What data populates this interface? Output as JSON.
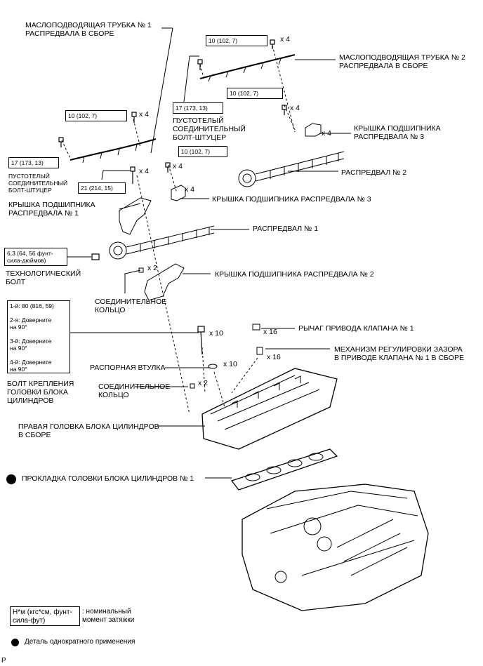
{
  "labels": {
    "oil_pipe_1": "МАСЛОПОДВОДЯЩАЯ ТРУБКА № 1\nРАСПРЕДВАЛА В СБОРЕ",
    "oil_pipe_2": "МАСЛОПОДВОДЯЩАЯ ТРУБКА № 2\nРАСПРЕДВАЛА В СБОРЕ",
    "union_bolt_right": "ПУСТОТЕЛЫЙ\nСОЕДИНИТЕЛЬНЫЙ\nБОЛТ-ШТУЦЕР",
    "union_bolt_left": "ПУСТОТЕЛЫЙ\nСОЕДИНИТЕЛЬНЫЙ\nБОЛТ-ШТУЦЕР",
    "bearing_cap_3_right": "КРЫШКА ПОДШИПНИКА\nРАСПРЕДВАЛА № 3",
    "camshaft_2": "РАСПРЕДВАЛ № 2",
    "bearing_cap_3_mid": "КРЫШКА ПОДШИПНИКА РАСПРЕДВАЛА № 3",
    "bearing_cap_1": "КРЫШКА ПОДШИПНИКА\nРАСПРЕДВАЛА № 1",
    "camshaft_1": "РАСПРЕДВАЛ № 1",
    "service_bolt": "ТЕХНОЛОГИЧЕСКИЙ\nБОЛТ",
    "bearing_cap_2": "КРЫШКА ПОДШИПНИКА РАСПРЕДВАЛА № 2",
    "ring_pin_1": "СОЕДИНИТЕЛЬНОЕ\nКОЛЬЦО",
    "rocker_arm": "РЫЧАГ ПРИВОДА КЛАПАНА № 1",
    "lash_adjuster": "МЕХАНИЗМ РЕГУЛИРОВКИ ЗАЗОРА\nВ ПРИВОДЕ КЛАПАНА № 1 В СБОРЕ",
    "spacer": "РАСПОРНАЯ ВТУЛКА",
    "ring_pin_2": "СОЕДИНИТЕЛЬНОЕ\nКОЛЬЦО",
    "head_bolt": "БОЛТ КРЕПЛЕНИЯ\nГОЛОВКИ БЛОКА\nЦИЛИНДРОВ",
    "head_assy": "ПРАВАЯ ГОЛОВКА БЛОКА ЦИЛИНДРОВ\nВ СБОРЕ",
    "gasket": "ПРОКЛАДКА ГОЛОВКИ БЛОКА ЦИЛИНДРОВ № 1"
  },
  "torques": {
    "t1": "10 (102, 7)",
    "t2": "10 (102, 7)",
    "t3": "10 (102, 7)",
    "t4": "10 (102, 7)",
    "t5": "17 (173, 13)",
    "t6": "17 (173, 13)",
    "t7": "21 (214, 15)",
    "t8": "6,3 (64, 56 фунт-\nсила-дюймов)",
    "head": "1-й: 80 (816, 59)\n\n2-я: Доверните\nна 90°\n\n3-й: Доверните\nна 90°\n\n4-й: Доверните\nна 90°"
  },
  "quantities": {
    "q1": "x 4",
    "q2": "x 4",
    "q3": "x 4",
    "q4": "x 4",
    "q5": "x 4",
    "q6": "x 4",
    "q7": "x 4",
    "q8": "x 2",
    "q9": "x 10",
    "q10": "x 16",
    "q11": "x 16",
    "q12": "x 10",
    "q13": "x 2"
  },
  "legend": {
    "unit_box": "Н*м (кгс*см, фунт-\nсила-фут)",
    "unit_desc": ": номинальный\nмомент затяжки",
    "single_use": "Деталь однократного применения"
  },
  "corner_mark": "P"
}
